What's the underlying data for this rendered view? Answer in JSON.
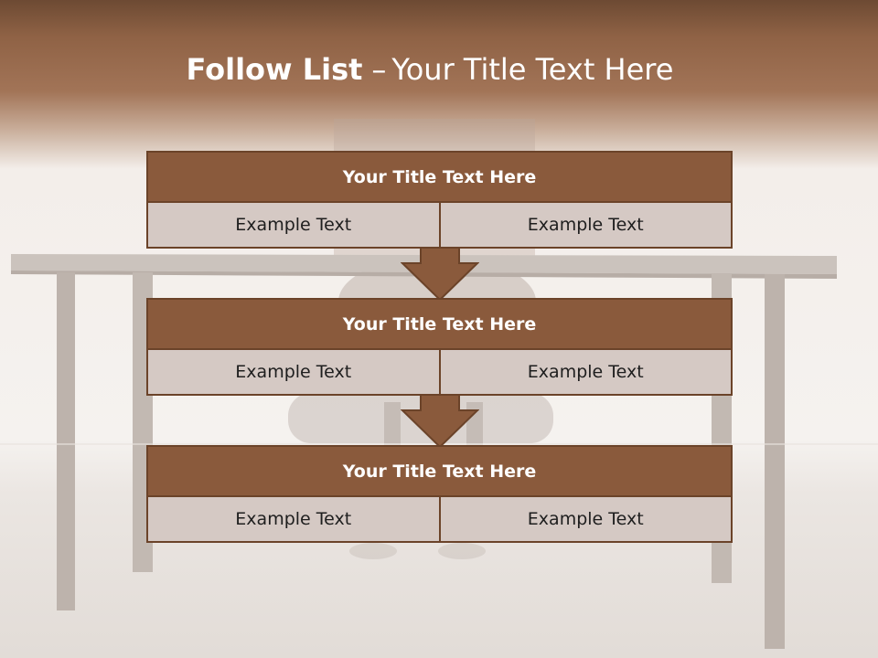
{
  "slide": {
    "title_bold": "Follow List",
    "title_dash": "–",
    "title_rest": "Your Title Text Here"
  },
  "steps": [
    {
      "title": "Your Title Text Here",
      "cells": [
        "Example Text",
        "Example Text"
      ]
    },
    {
      "title": "Your Title Text Here",
      "cells": [
        "Example Text",
        "Example Text"
      ]
    },
    {
      "title": "Your Title Text Here",
      "cells": [
        "Example Text",
        "Example Text"
      ]
    }
  ],
  "colors": {
    "header_fill": "#8a5a3c",
    "cell_fill": "#d5c9c4",
    "border": "#6b4329",
    "title_text": "#ffffff"
  }
}
